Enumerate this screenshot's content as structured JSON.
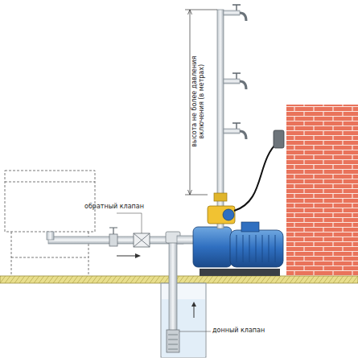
{
  "diagram": {
    "labels": [
      "высота не более давления включения (в метрах)",
      "обратный клапан",
      "донный клапан"
    ]
  }
}
